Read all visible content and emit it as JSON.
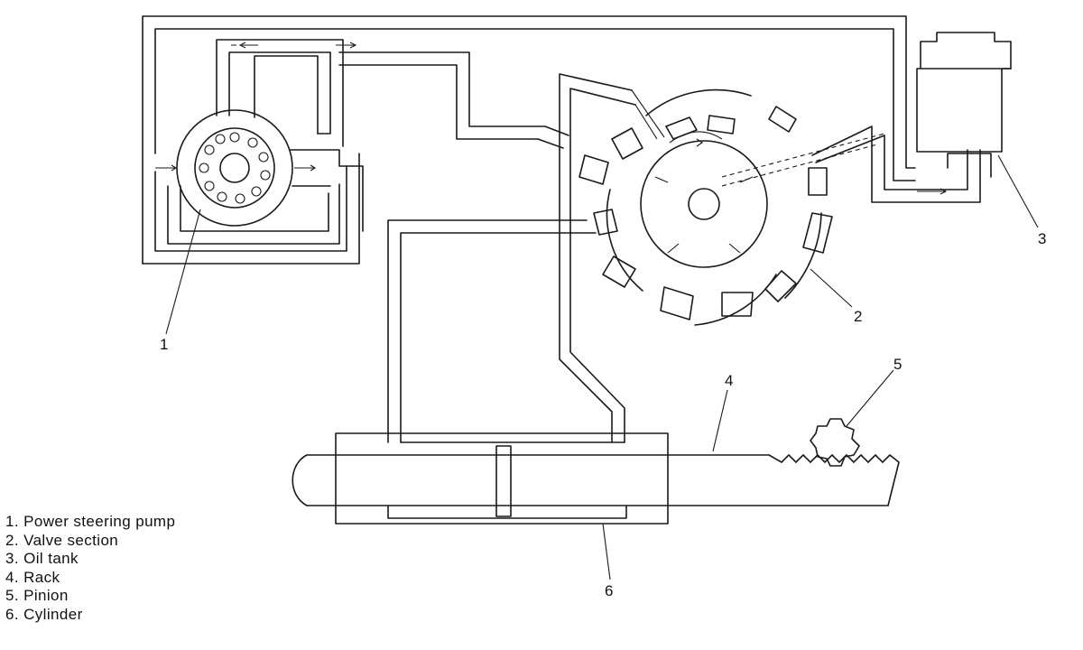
{
  "callouts": [
    "1",
    "2",
    "3",
    "4",
    "5",
    "6"
  ],
  "legend": [
    "1. Power steering pump",
    "2. Valve section",
    "3. Oil tank",
    "4. Rack",
    "5. Pinion",
    "6. Cylinder"
  ]
}
